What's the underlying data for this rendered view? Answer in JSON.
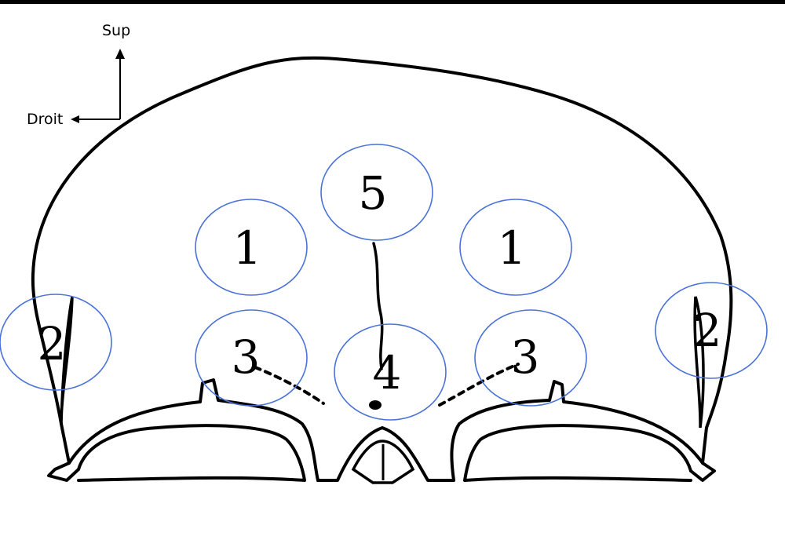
{
  "orientation": {
    "up_label": "Sup",
    "side_label": "Droit"
  },
  "regions": [
    {
      "label": "5"
    },
    {
      "label": "1"
    },
    {
      "label": "1"
    },
    {
      "label": "2"
    },
    {
      "label": "2"
    },
    {
      "label": "3"
    },
    {
      "label": "3"
    },
    {
      "label": "4"
    }
  ],
  "colors": {
    "ring": "#4a72d8",
    "line": "#000000",
    "top_border": "#000000"
  }
}
